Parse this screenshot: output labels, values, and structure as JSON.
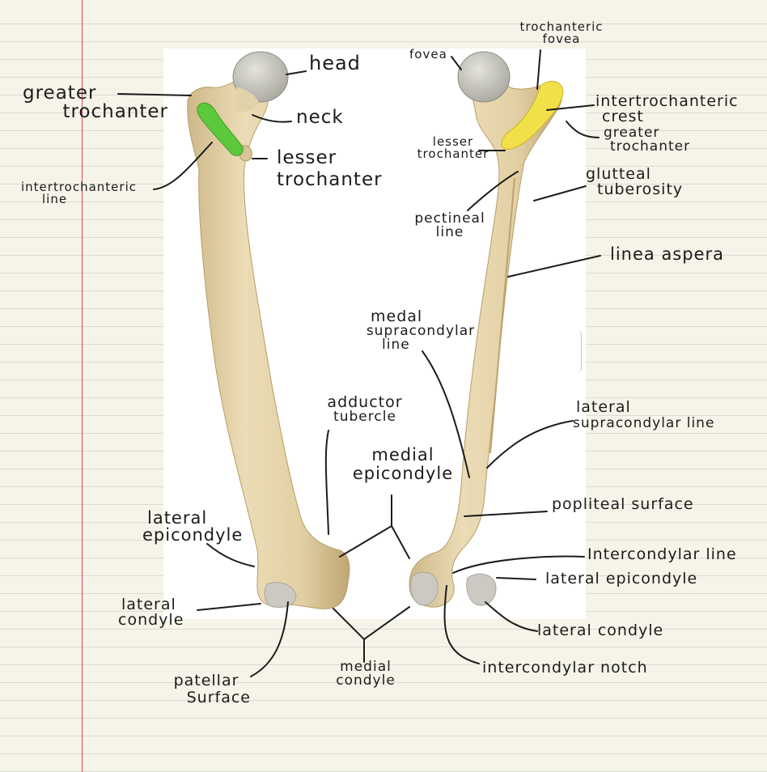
{
  "labels": {
    "head": "head",
    "greater_trochanter_1": "greater",
    "greater_trochanter_2": "trochanter",
    "neck": "neck",
    "lesser_trochanter_1": "lesser",
    "lesser_trochanter_2": "trochanter",
    "intertrochanteric_line_1": "intertrochanteric",
    "intertrochanteric_line_2": "line",
    "trochanteric_fovea_1": "trochanteric",
    "trochanteric_fovea_2": "fovea",
    "fovea": "fovea",
    "intertrochanteric_crest_1": "intertrochanteric",
    "intertrochanteric_crest_2": "crest",
    "greater_trochanter_post_1": "greater",
    "greater_trochanter_post_2": "trochanter",
    "lesser_trochanter_post_1": "lesser",
    "lesser_trochanter_post_2": "trochanter",
    "gluteal_tuberosity_1": "glutteal",
    "gluteal_tuberosity_2": "tuberosity",
    "pectineal_line_1": "pectineal",
    "pectineal_line_2": "line",
    "linea_aspera": "linea aspera",
    "medial_supracondylar_1": "medal",
    "medial_supracondylar_2": "supracondylar",
    "medial_supracondylar_3": "line",
    "adductor_tubercle_1": "adductor",
    "adductor_tubercle_2": "tubercle",
    "lateral_supracondylar_1": "lateral",
    "lateral_supracondylar_2": "supracondylar line",
    "medial_epicondyle_1": "medial",
    "medial_epicondyle_2": "epicondyle",
    "popliteal_surface": "popliteal surface",
    "lateral_epicondyle_ant_1": "lateral",
    "lateral_epicondyle_ant_2": "epicondyle",
    "intercondylar_line": "Intercondylar line",
    "lateral_epicondyle_post": "lateral epicondyle",
    "lateral_condyle_ant_1": "lateral",
    "lateral_condyle_ant_2": "condyle",
    "lateral_condyle_post": "lateral condyle",
    "patellar_surface_1": "patellar",
    "patellar_surface_2": "Surface",
    "medial_condyle_1": "medial",
    "medial_condyle_2": "condyle",
    "intercondylar_notch": "intercondylar notch"
  },
  "colors": {
    "paper": "#f6f4e8",
    "rule_line": "#d9dbd6",
    "margin_line": "#e3434f",
    "bone": "#e4d4ac",
    "bone_shadow": "#c9b27f",
    "cartilage": "#c8c8c2",
    "intertrochanteric_line_highlight": "#5cc83c",
    "intertrochanteric_crest_highlight": "#f2e04a"
  }
}
